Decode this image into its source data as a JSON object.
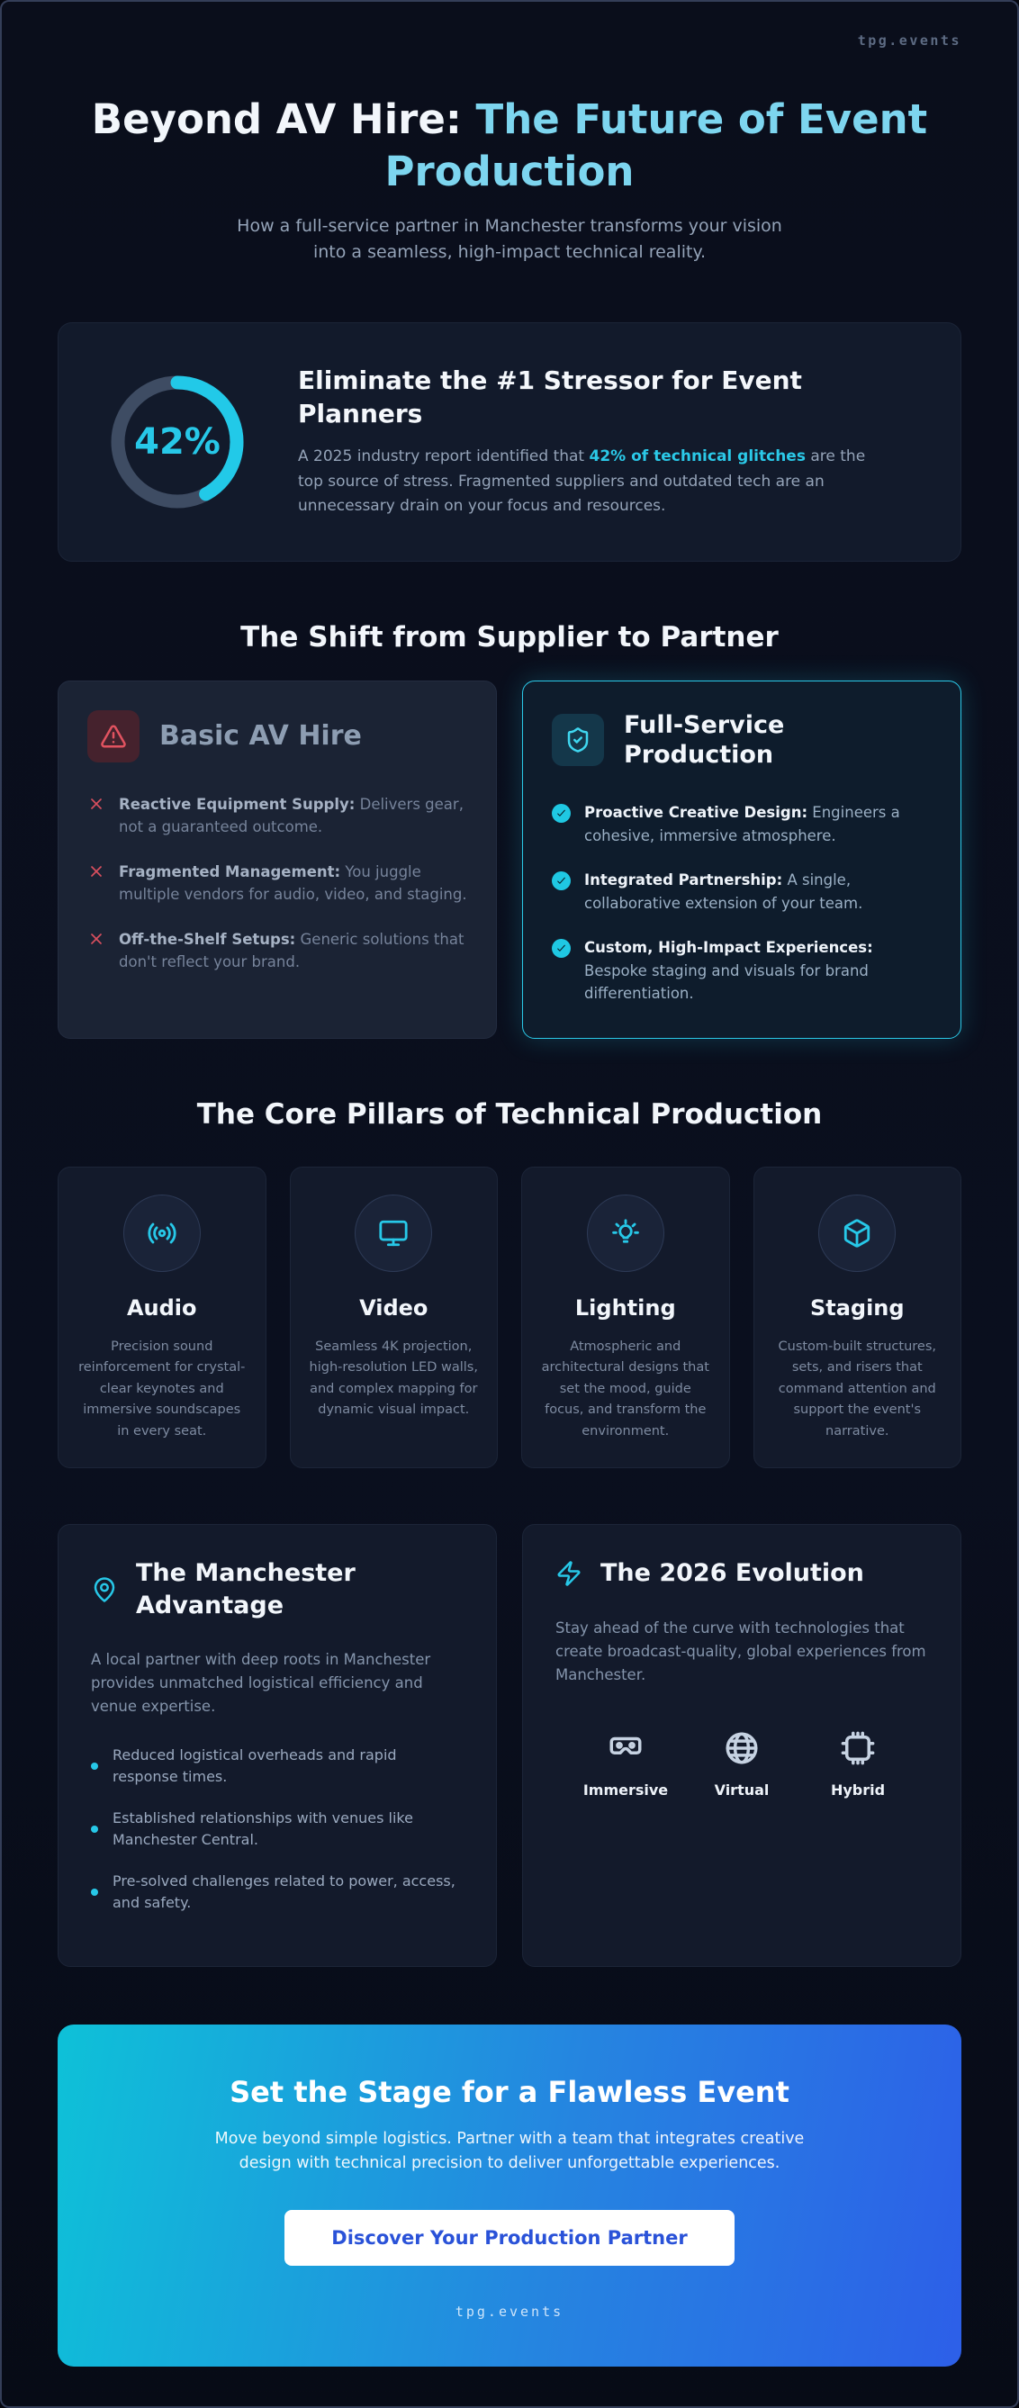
{
  "page": {
    "brand": "tpg.events",
    "background": "#0a0e1b",
    "accent": "#22d3ee"
  },
  "hero": {
    "title_white": "Beyond AV Hire: ",
    "title_accent": "The Future of Event Production",
    "subtitle": "How a full-service partner in Manchester transforms your vision into a seamless, high-impact technical reality."
  },
  "stat": {
    "percent_label": "42%",
    "percent_value": 42,
    "ring_color": "#22c9e8",
    "ring_track_color": "#3e4c63",
    "heading": "Eliminate the #1 Stressor for Event Planners",
    "body_pre": "A 2025 industry report identified that ",
    "body_highlight": "42% of technical glitches",
    "body_post": " are the top source of stress. Fragmented suppliers and outdated tech are an unnecessary drain on your focus and resources."
  },
  "shift": {
    "heading": "The Shift from Supplier to Partner",
    "basic": {
      "title": "Basic AV Hire",
      "icon": "alert-triangle-icon",
      "items": [
        {
          "label": "Reactive Equipment Supply:",
          "text": " Delivers gear, not a guaranteed outcome."
        },
        {
          "label": "Fragmented Management:",
          "text": " You juggle multiple vendors for audio, video, and staging."
        },
        {
          "label": "Off-the-Shelf Setups:",
          "text": " Generic solutions that don't reflect your brand."
        }
      ]
    },
    "full": {
      "title": "Full-Service Production",
      "icon": "shield-check-icon",
      "items": [
        {
          "label": "Proactive Creative Design:",
          "text": " Engineers a cohesive, immersive atmosphere."
        },
        {
          "label": "Integrated Partnership:",
          "text": " A single, collaborative extension of your team."
        },
        {
          "label": "Custom, High-Impact Experiences:",
          "text": " Bespoke staging and visuals for brand differentiation."
        }
      ]
    }
  },
  "pillars": {
    "heading": "The Core Pillars of Technical Production",
    "cards": [
      {
        "title": "Audio",
        "icon": "audio-waves-icon",
        "text": "Precision sound reinforcement for crystal-clear keynotes and immersive soundscapes in every seat."
      },
      {
        "title": "Video",
        "icon": "monitor-icon",
        "text": "Seamless 4K projection, high-resolution LED walls, and complex mapping for dynamic visual impact."
      },
      {
        "title": "Lighting",
        "icon": "lightbulb-icon",
        "text": "Atmospheric and architectural designs that set the mood, guide focus, and transform the environment."
      },
      {
        "title": "Staging",
        "icon": "cube-icon",
        "text": "Custom-built structures, sets, and risers that command attention and support the event's narrative."
      }
    ]
  },
  "advantage": {
    "title": "The Manchester Advantage",
    "icon": "map-pin-icon",
    "intro": "A local partner with deep roots in Manchester provides unmatched logistical efficiency and venue expertise.",
    "bullets": [
      "Reduced logistical overheads and rapid response times.",
      "Established relationships with venues like Manchester Central.",
      "Pre-solved challenges related to power, access, and safety."
    ]
  },
  "evolution": {
    "title": "The 2026 Evolution",
    "icon": "lightning-bolt-icon",
    "intro": "Stay ahead of the curve with technologies that create broadcast-quality, global experiences from Manchester.",
    "features": [
      {
        "label": "Immersive",
        "icon": "vr-headset-icon"
      },
      {
        "label": "Virtual",
        "icon": "globe-icon"
      },
      {
        "label": "Hybrid",
        "icon": "chip-icon"
      }
    ]
  },
  "cta": {
    "heading": "Set the Stage for a Flawless Event",
    "body": "Move beyond simple logistics. Partner with a team that integrates creative design with technical precision to deliver unforgettable experiences.",
    "button_label": "Discover Your Production Partner",
    "brand": "tpg.events",
    "gradient": [
      "#0ec1d8",
      "#2d5fe8"
    ],
    "button_text_color": "#2a52d8"
  }
}
